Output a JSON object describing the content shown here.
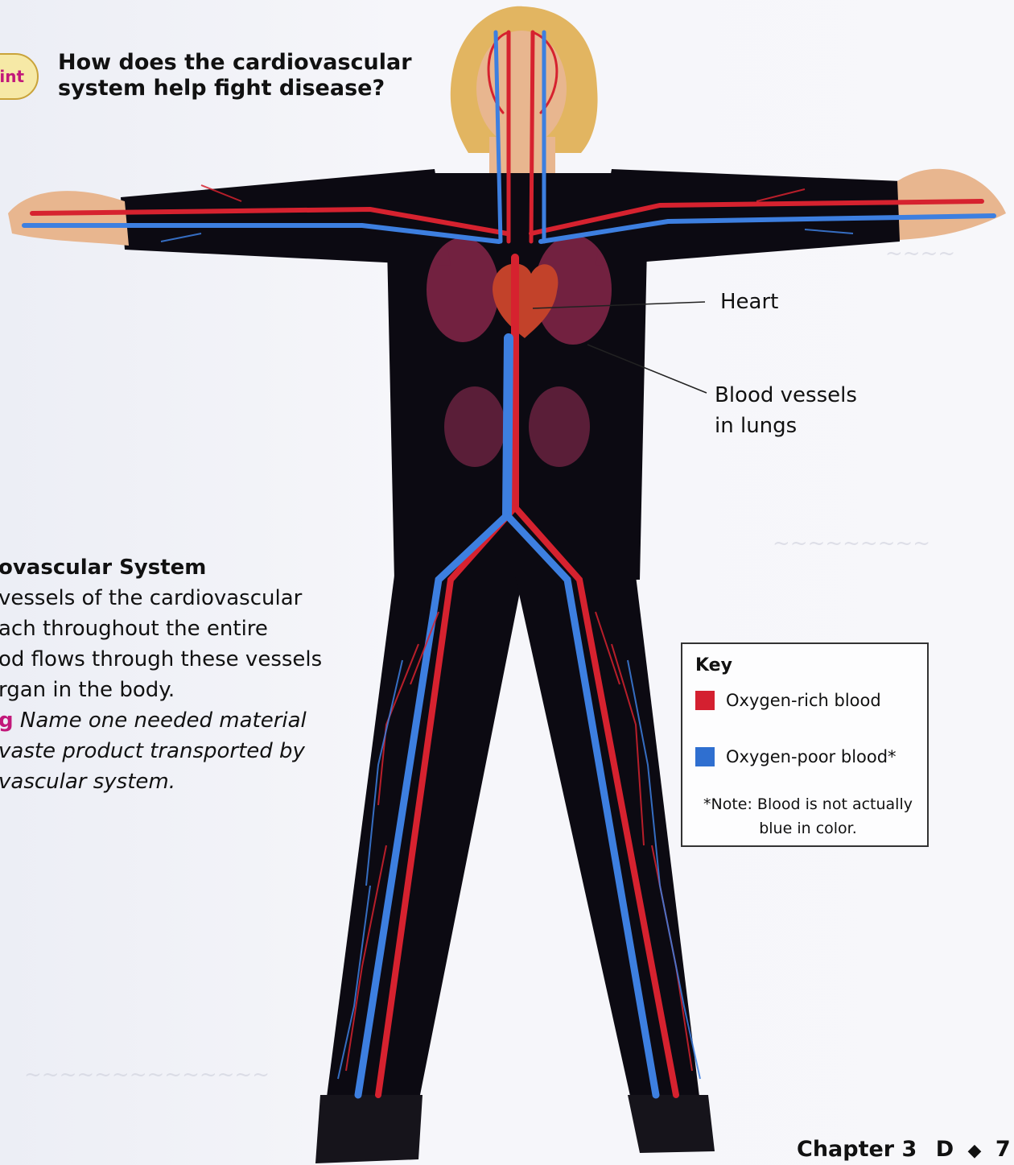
{
  "kickoff": {
    "tab_label": "int",
    "question": "How does the cardiovascular system help fight disease?"
  },
  "caption": {
    "title": "ovascular System",
    "lines": [
      "vessels of the cardiovascular",
      "ach throughout the entire",
      "od flows through these vessels",
      "rgan in the body."
    ],
    "question_marker": "g",
    "question_lines": [
      "Name one needed material",
      "vaste product transported by",
      "vascular system."
    ]
  },
  "callouts": {
    "heart": "Heart",
    "lungs_line1": "Blood vessels",
    "lungs_line2": "in lungs"
  },
  "key": {
    "title": "Key",
    "rich_label": "Oxygen-rich blood",
    "poor_label": "Oxygen-poor blood*",
    "note": "*Note: Blood is not actually blue in color.",
    "rich_color": "#d42030",
    "poor_color": "#2f6fd0"
  },
  "footer": {
    "chapter": "Chapter 3",
    "section": "D",
    "page": "7"
  },
  "colors": {
    "artery": "#d6222f",
    "vein": "#3d7fe0",
    "clothing": "#0c0a12",
    "skin": "#e8b68f",
    "hair": "#e2b561"
  }
}
